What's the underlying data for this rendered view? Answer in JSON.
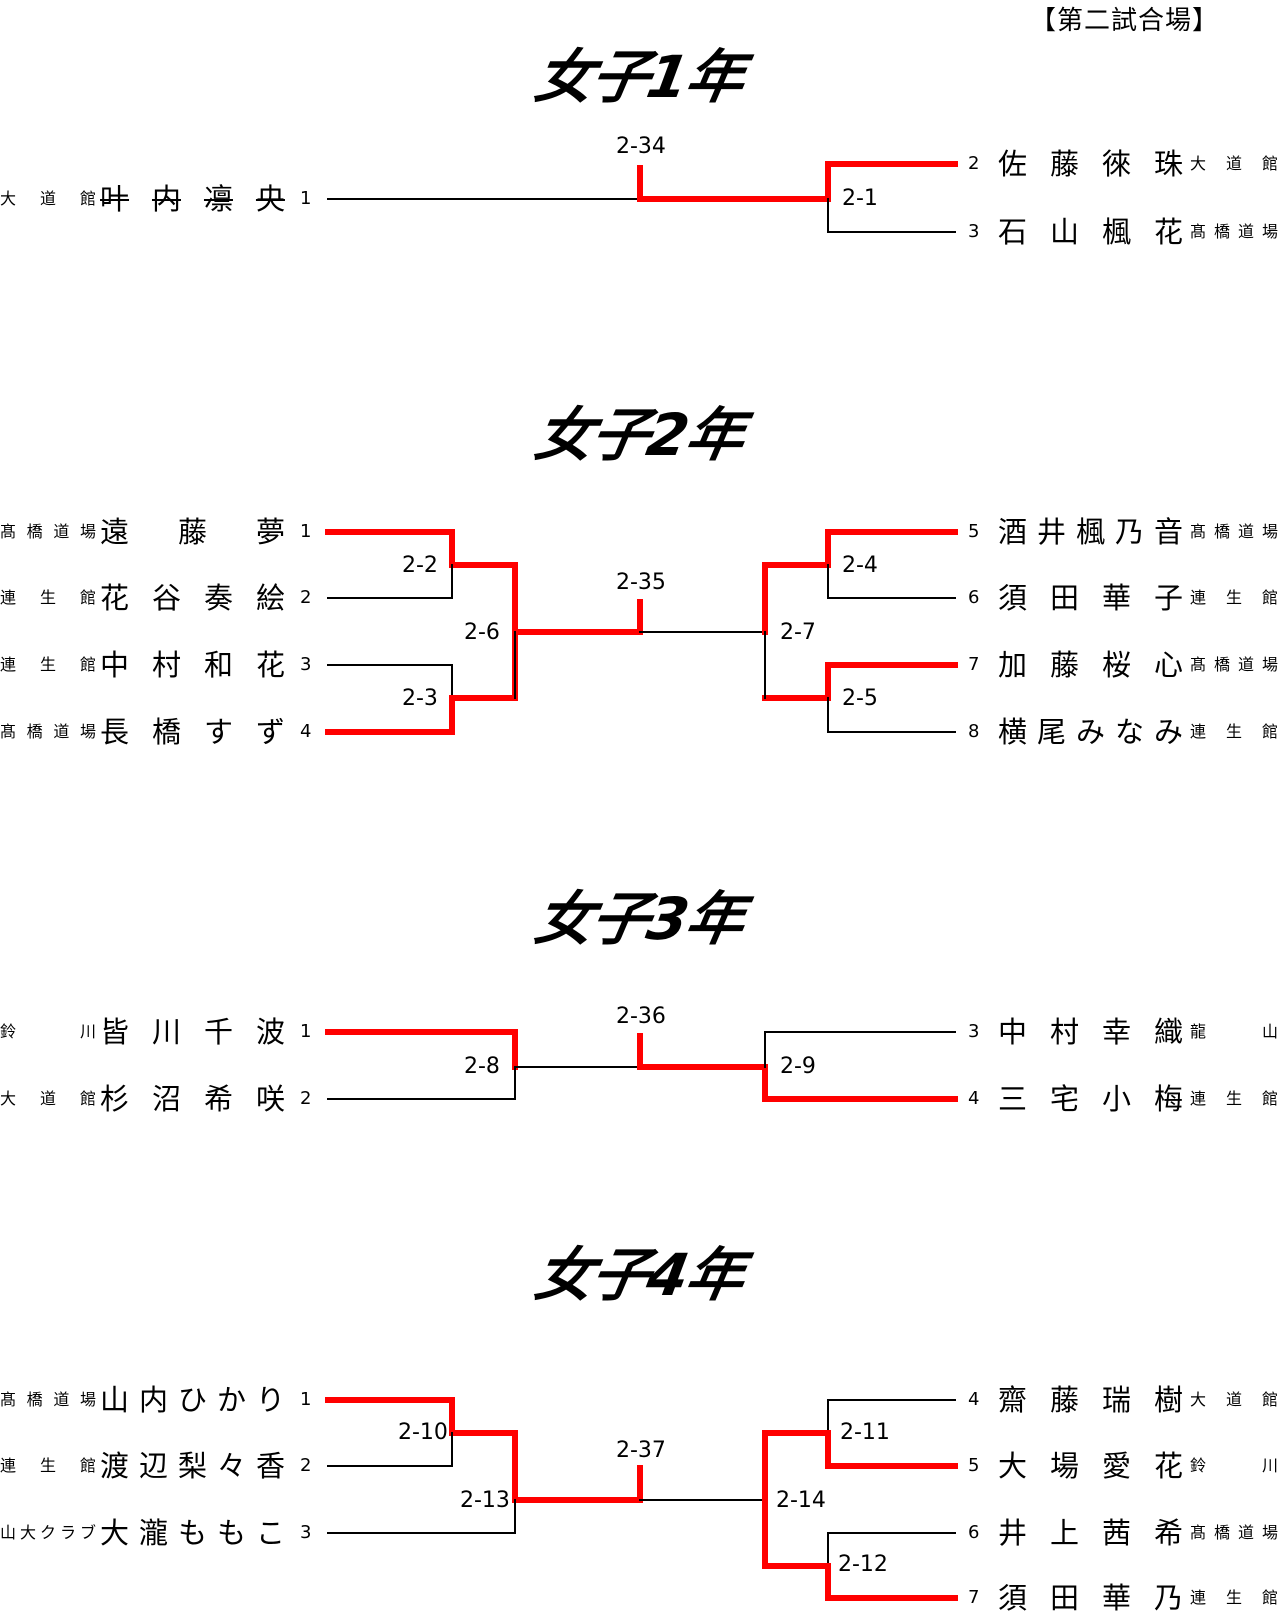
{
  "venue": "【第二試合場】",
  "sections": [
    {
      "title": "女子1年",
      "final_label": "2-34",
      "left": [
        {
          "club": "大　道　館",
          "name": "叶内凛央",
          "num": "1",
          "struck": true
        }
      ],
      "right": [
        {
          "num": "2",
          "name": "佐藤徠珠",
          "club": "大　道　館"
        },
        {
          "num": "3",
          "name": "石山楓花",
          "club": "髙橋道場"
        }
      ],
      "match_labels": [
        "2-1"
      ]
    },
    {
      "title": "女子2年",
      "final_label": "2-35",
      "left": [
        {
          "club": "髙橋道場",
          "name": "遠　藤　夢",
          "num": "1"
        },
        {
          "club": "連　生　館",
          "name": "花谷奏絵",
          "num": "2"
        },
        {
          "club": "連　生　館",
          "name": "中村和花",
          "num": "3"
        },
        {
          "club": "髙橋道場",
          "name": "長橋すず",
          "num": "4"
        }
      ],
      "right": [
        {
          "num": "5",
          "name": "酒井楓乃音",
          "club": "髙橋道場"
        },
        {
          "num": "6",
          "name": "須田華子",
          "club": "連　生　館"
        },
        {
          "num": "7",
          "name": "加藤桜心",
          "club": "髙橋道場"
        },
        {
          "num": "8",
          "name": "横尾みなみ",
          "club": "連　生　館"
        }
      ],
      "match_labels": [
        "2-2",
        "2-3",
        "2-6",
        "2-4",
        "2-5",
        "2-7"
      ]
    },
    {
      "title": "女子3年",
      "final_label": "2-36",
      "left": [
        {
          "club": "鈴　　　川",
          "name": "皆川千波",
          "num": "1"
        },
        {
          "club": "大　道　館",
          "name": "杉沼希咲",
          "num": "2"
        }
      ],
      "right": [
        {
          "num": "3",
          "name": "中村幸織",
          "club": "龍　　　山"
        },
        {
          "num": "4",
          "name": "三宅小梅",
          "club": "連　生　館"
        }
      ],
      "match_labels": [
        "2-8",
        "2-9"
      ]
    },
    {
      "title": "女子4年",
      "final_label": "2-37",
      "left": [
        {
          "club": "髙橋道場",
          "name": "山内ひかり",
          "num": "1"
        },
        {
          "club": "連　生　館",
          "name": "渡辺梨々香",
          "num": "2"
        },
        {
          "club": "山大クラブ",
          "name": "大瀧ももこ",
          "num": "3"
        }
      ],
      "right": [
        {
          "num": "4",
          "name": "齋藤瑞樹",
          "club": "大　道　館"
        },
        {
          "num": "5",
          "name": "大場愛花",
          "club": "鈴　　　川"
        },
        {
          "num": "6",
          "name": "井上茜希",
          "club": "髙橋道場"
        },
        {
          "num": "7",
          "name": "須田華乃",
          "club": "連　生　館"
        }
      ],
      "match_labels": [
        "2-10",
        "2-13",
        "2-11",
        "2-12",
        "2-14"
      ]
    }
  ],
  "colors": {
    "winner_line": "#ff0000",
    "line": "#000000"
  }
}
